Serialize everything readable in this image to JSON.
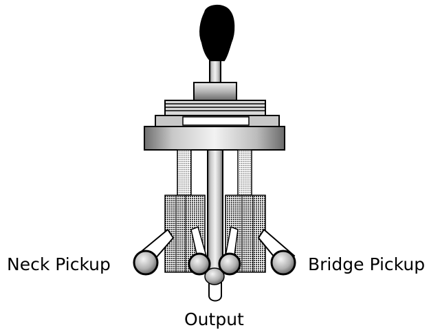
{
  "labels": {
    "neck": "Neck Pickup",
    "bridge": "Bridge Pickup",
    "output": "Output"
  },
  "colors": {
    "outline": "#000000",
    "metal_light": "#e8e8e8",
    "metal_mid": "#b8b8b8",
    "metal_dark": "#7a7a7a",
    "knob": "#000000",
    "dotted_fill": "#555555",
    "background": "#ffffff"
  }
}
